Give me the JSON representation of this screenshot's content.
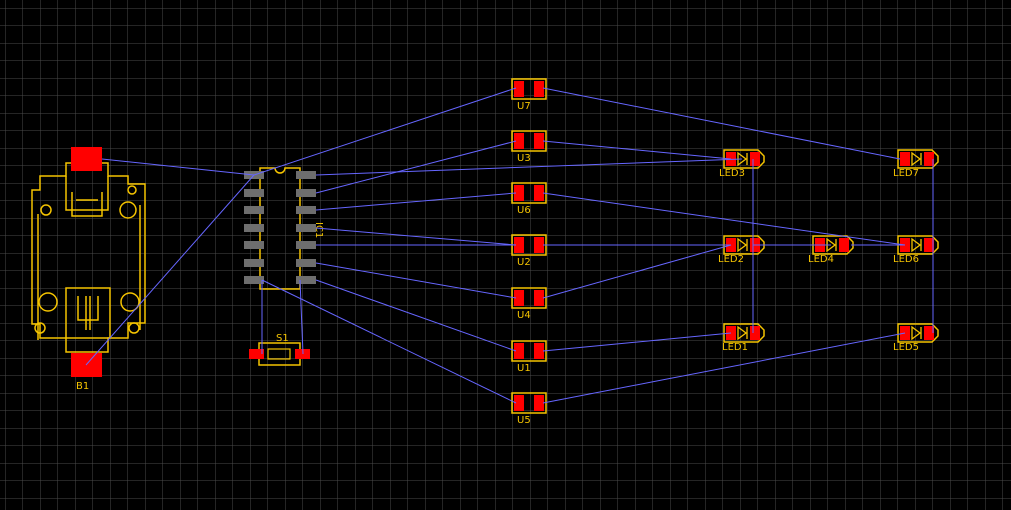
{
  "colors": {
    "background": "#000000",
    "grid": "#4a4a4a",
    "silkscreen": "#f5c400",
    "pad": "#ff0000",
    "ic_pad": "#6e6e6e",
    "ratsnest": "#6666ff"
  },
  "labels": {
    "b1": "B1",
    "s1": "S1",
    "ic1": "IC1",
    "u1": "U1",
    "u2": "U2",
    "u3": "U3",
    "u4": "U4",
    "u5": "U5",
    "u6": "U6",
    "u7": "U7",
    "led1": "LED1",
    "led2": "LED2",
    "led3": "LED3",
    "led4": "LED4",
    "led5": "LED5",
    "led6": "LED6",
    "led7": "LED7"
  }
}
